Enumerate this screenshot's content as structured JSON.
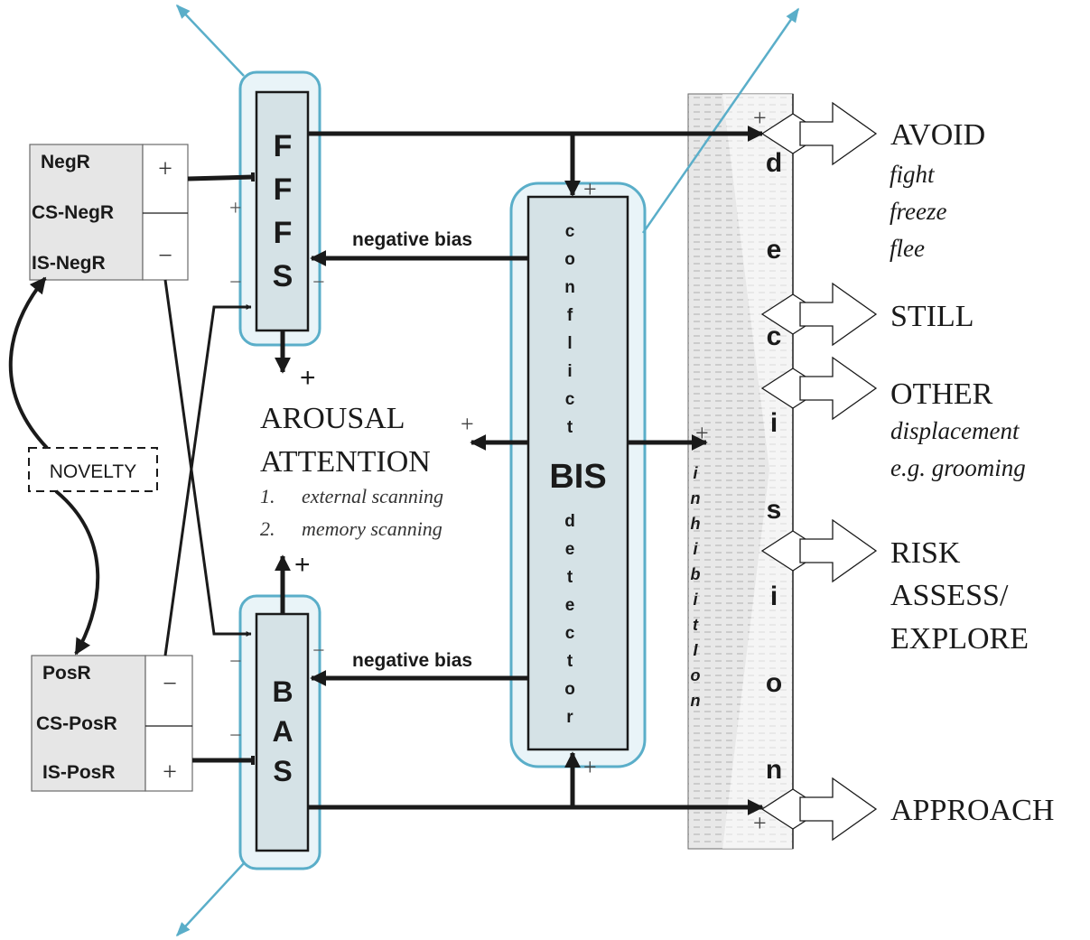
{
  "negr_box": {
    "rows": [
      "NegR",
      "CS-NegR",
      "IS-NegR"
    ],
    "signs": [
      "+",
      "−"
    ]
  },
  "posr_box": {
    "rows": [
      "PosR",
      "CS-PosR",
      "IS-PosR"
    ],
    "signs": [
      "−",
      "+"
    ]
  },
  "novelty": "NOVELTY",
  "ffs": {
    "letters": [
      "F",
      "F",
      "F",
      "S"
    ]
  },
  "bas": {
    "letters": [
      "B",
      "A",
      "S"
    ]
  },
  "bis": {
    "top_letters": [
      "c",
      "o",
      "n",
      "f",
      "l",
      "i",
      "c",
      "t"
    ],
    "label": "BIS",
    "bottom_letters": [
      "d",
      "e",
      "t",
      "e",
      "c",
      "t",
      "o",
      "r"
    ]
  },
  "negative_bias_top": "negative bias",
  "negative_bias_bottom": "negative bias",
  "arousal": {
    "line1": "AROUSAL",
    "line2": "ATTENTION",
    "item1_num": "1.",
    "item1": "external scanning",
    "item2_num": "2.",
    "item2": "memory scanning"
  },
  "plus": "+",
  "minus": "−",
  "inhibition_letters": [
    "i",
    "n",
    "h",
    "i",
    "b",
    "i",
    "t",
    "I",
    "o",
    "n"
  ],
  "decision_letters": [
    "d",
    "e",
    "c",
    "i",
    "s",
    "i",
    "o",
    "n"
  ],
  "outputs": {
    "avoid": {
      "title": "AVOID",
      "sub": [
        "fight",
        "freeze",
        "flee"
      ]
    },
    "still": {
      "title": "STILL"
    },
    "other": {
      "title": "OTHER",
      "sub": [
        "displacement",
        "e.g. grooming"
      ]
    },
    "risk": {
      "lines": [
        "RISK",
        "ASSESS/",
        "EXPLORE"
      ]
    },
    "approach": {
      "title": "APPROACH"
    }
  },
  "colors": {
    "outline_blue": "#5aaec9",
    "box_fill": "#d5e2e6",
    "glow_fill": "#e9f4f8",
    "gray_box": "#e6e6e6",
    "inhibition_band": "#e4e4e4",
    "line": "#1a1a1a"
  }
}
